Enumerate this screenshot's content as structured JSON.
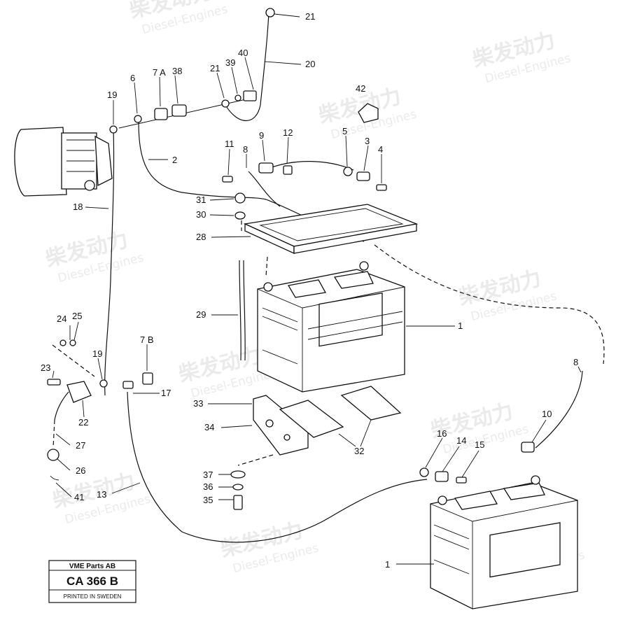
{
  "watermark": {
    "cn": "柴发动力",
    "en": "Diesel-Engines"
  },
  "title_block": {
    "company": "VME Parts AB",
    "code": "CA 366 B",
    "note": "PRINTED IN SWEDEN"
  },
  "callouts": {
    "c1a": "1",
    "c1b": "1",
    "c2": "2",
    "c3": "3",
    "c4": "4",
    "c5": "5",
    "c6": "6",
    "c7a": "7 A",
    "c7b": "7 B",
    "c8a": "8",
    "c8b": "8",
    "c9": "9",
    "c10": "10",
    "c11": "11",
    "c12": "12",
    "c13": "13",
    "c14": "14",
    "c15": "15",
    "c16": "16",
    "c17": "17",
    "c18": "18",
    "c19a": "19",
    "c19b": "19",
    "c20": "20",
    "c21a": "21",
    "c21b": "21",
    "c22": "22",
    "c23": "23",
    "c24": "24",
    "c25": "25",
    "c26": "26",
    "c27": "27",
    "c28": "28",
    "c29": "29",
    "c30": "30",
    "c31": "31",
    "c32": "32",
    "c33": "33",
    "c34": "34",
    "c35": "35",
    "c36": "36",
    "c37": "37",
    "c38": "38",
    "c39": "39",
    "c40": "40",
    "c41": "41",
    "c42": "42"
  }
}
